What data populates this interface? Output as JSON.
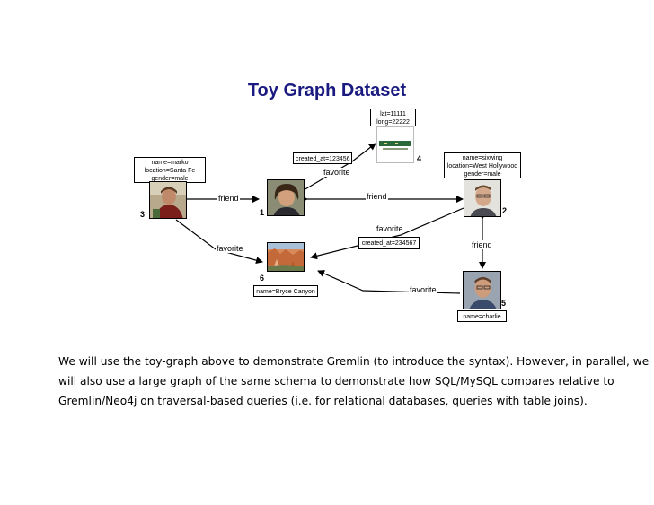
{
  "title": "Toy Graph Dataset",
  "vertices": {
    "marko": {
      "id": "3",
      "props": [
        "name=marko",
        "location=Santa Fe",
        "gender=male"
      ],
      "image": "photo-marko"
    },
    "v1": {
      "id": "1",
      "image": "photo-person-1"
    },
    "v4": {
      "id": "4",
      "props": [
        "lat=11111",
        "long=22222"
      ],
      "image": "barnes-noble-logo"
    },
    "sixwing": {
      "id": "2",
      "props": [
        "name=sixwing",
        "location=West Hollywood",
        "gender=male"
      ],
      "image": "photo-sixwing"
    },
    "bryce": {
      "id": "6",
      "props": [
        "name=Bryce Canyon"
      ],
      "image": "photo-bryce-canyon"
    },
    "charlie": {
      "id": "5",
      "props": [
        "name=charlie"
      ],
      "image": "photo-charlie"
    }
  },
  "edges": {
    "friend_3_1": "friend",
    "friend_1_2": "friend",
    "favorite_1_4": {
      "label": "favorite",
      "prop": "created_at=123456"
    },
    "favorite_2_6": {
      "label": "favorite",
      "prop": "created_at=234567"
    },
    "favorite_3_6": "favorite",
    "friend_2_5": "friend",
    "favorite_5_6": "favorite"
  },
  "paragraph": [
    "We will use the toy-graph above to demonstrate Gremlin (to introduce the syntax). However, in parallel, we",
    "will also use a large graph of the same schema to demonstrate how SQL/MySQL compares relative to",
    "Gremlin/Neo4j on traversal-based queries (i.e. for relational databases, queries with table joins)."
  ]
}
